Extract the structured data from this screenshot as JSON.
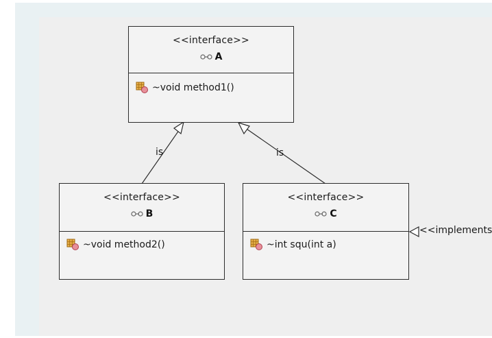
{
  "diagram": {
    "interfaces": {
      "A": {
        "stereotype": "<<interface>>",
        "name": "A",
        "method": "~void method1()"
      },
      "B": {
        "stereotype": "<<interface>>",
        "name": "B",
        "method": "~void method2()"
      },
      "C": {
        "stereotype": "<<interface>>",
        "name": "C",
        "method": "~int squ(int a)"
      }
    },
    "edges": {
      "b_to_a_label": "is",
      "c_to_a_label": "is",
      "implements_label": "<<implements"
    }
  },
  "colors": {
    "outer_panel": "#e9f1f3",
    "canvas": "#efefef",
    "box_fill": "#f3f3f3",
    "line": "#2b2b2b"
  },
  "icons": {
    "interface_icon": "interface-link-icon",
    "method_icon": "method-grid-icon"
  }
}
